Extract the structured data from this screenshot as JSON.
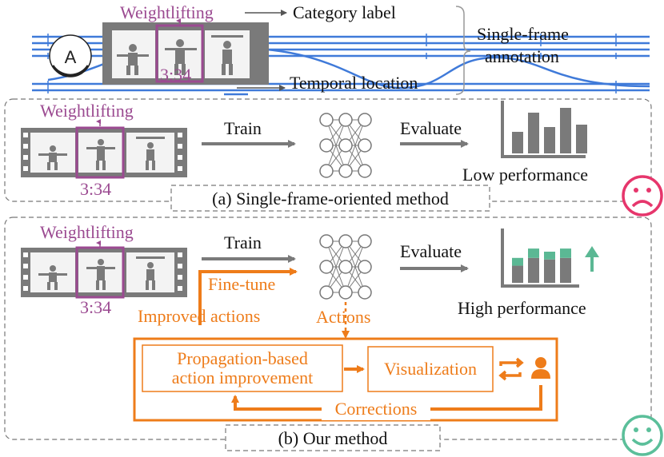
{
  "top": {
    "label_category_text": "Weightlifting",
    "category_annotation": "Category label",
    "time_text": "3:34",
    "temporal_annotation": "Temporal location",
    "single_frame_line1": "Single-frame",
    "single_frame_line2": "annotation",
    "marker_letter": "A"
  },
  "panel_a": {
    "category": "Weightlifting",
    "time": "3:34",
    "train": "Train",
    "evaluate": "Evaluate",
    "result": "Low performance",
    "caption": "(a) Single-frame-oriented method",
    "bars": [
      0.45,
      0.85,
      0.55,
      0.95,
      0.6
    ],
    "face": "sad"
  },
  "panel_b": {
    "category": "Weightlifting",
    "time": "3:34",
    "train": "Train",
    "evaluate": "Evaluate",
    "result": "High performance",
    "fine_tune": "Fine-tune",
    "improved_actions": "Improved actions",
    "actions": "Actions",
    "propagation_line1": "Propagation-based",
    "propagation_line2": "action improvement",
    "visualization": "Visualization",
    "corrections": "Corrections",
    "caption": "(b) Our method",
    "bars_gray": [
      0.55,
      0.8,
      0.75,
      0.8
    ],
    "bars_green": [
      0.25,
      0.3,
      0.25,
      0.3
    ],
    "face": "happy"
  },
  "colors": {
    "purple": "#9b4a91",
    "orange": "#ee7c1a",
    "blue": "#3f7ad9",
    "gray": "#7a7a7a",
    "dark": "#555555",
    "green": "#5bb894",
    "pink": "#e6366c",
    "teal": "#5bbf9a"
  }
}
